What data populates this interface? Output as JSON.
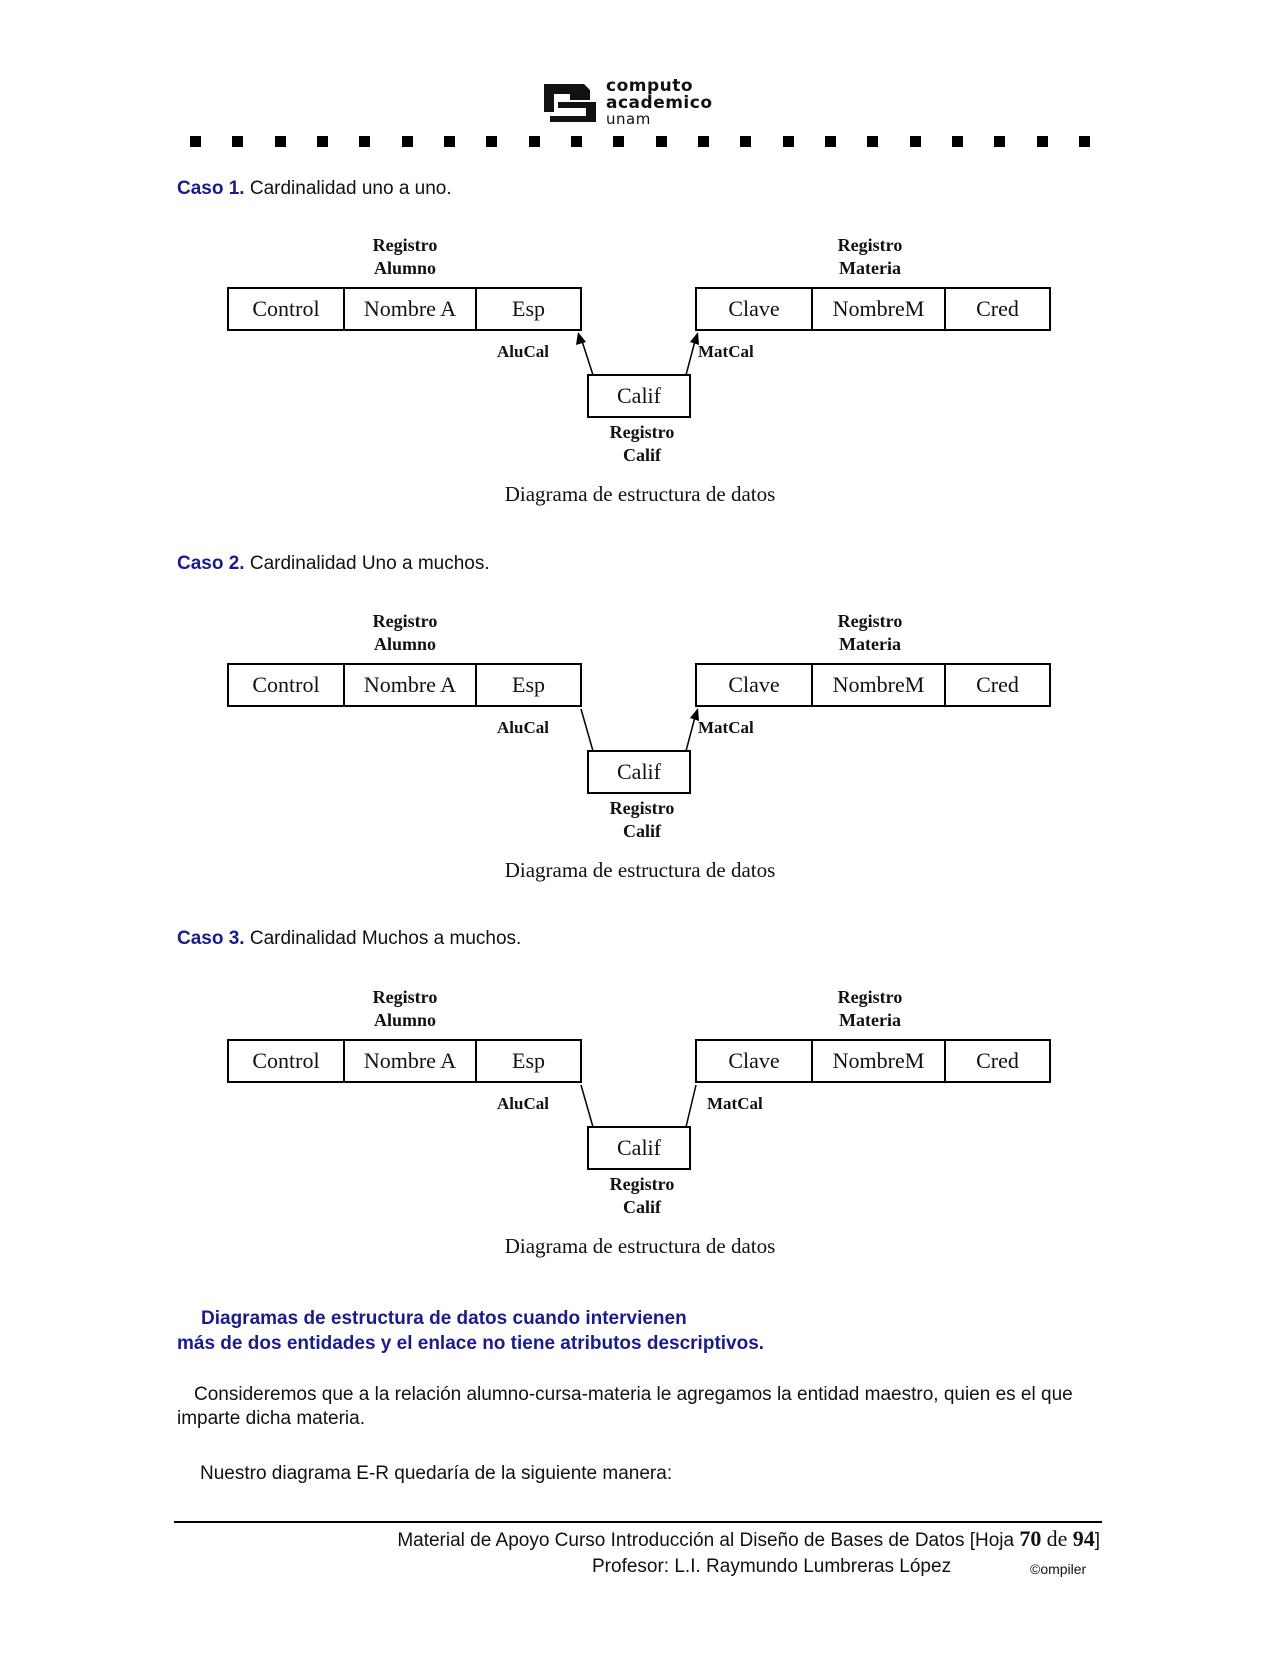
{
  "header": {
    "logo_line1": "computo",
    "logo_line2": "academico",
    "logo_line3": "unam"
  },
  "cases": [
    {
      "label": "Caso 1.",
      "text": "Cardinalidad uno a uno."
    },
    {
      "label": "Caso 2.",
      "text": "Cardinalidad Uno a muchos."
    },
    {
      "label": "Caso 3.",
      "text": "Cardinalidad Muchos a muchos."
    }
  ],
  "diagram": {
    "alumno_label_1": "Registro",
    "alumno_label_2": "Alumno",
    "materia_label_1": "Registro",
    "materia_label_2": "Materia",
    "alumno_fields": [
      "Control",
      "Nombre A",
      "Esp"
    ],
    "materia_fields": [
      "Clave",
      "NombreM",
      "Cred"
    ],
    "link_left": "AluCal",
    "link_right": "MatCal",
    "calif": "Calif",
    "calif_label_1": "Registro",
    "calif_label_2": "Calif",
    "caption": "Diagrama de estructura de datos"
  },
  "section": {
    "title_line1": "Diagramas de estructura de datos cuando intervienen",
    "title_line2": "más de dos entidades y el enlace no tiene atributos descriptivos."
  },
  "paragraphs": {
    "p1": "Consideremos que a la relación alumno-cursa-materia le agregamos la entidad maestro, quien es el que imparte dicha materia.",
    "p2": "Nuestro diagrama E-R quedaría de la siguiente manera:"
  },
  "footer": {
    "line1_text": "Material de Apoyo Curso Introducción al Diseño de Bases de Datos [Hoja",
    "page": "70",
    "de": "de",
    "total": "94",
    "close": "]",
    "line2": "Profesor: L.I. Raymundo Lumbreras López",
    "copyright": "©ompiler"
  }
}
